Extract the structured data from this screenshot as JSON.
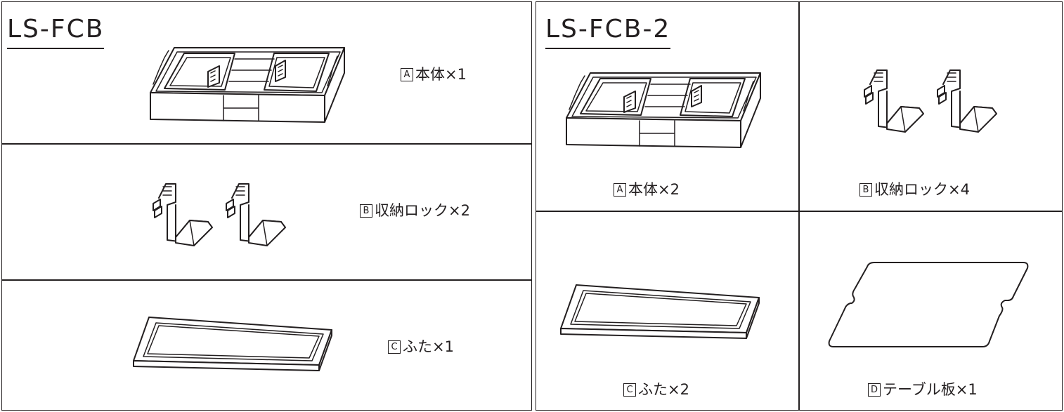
{
  "left_panel": {
    "title": "LS-FCB",
    "items": [
      {
        "badge": "A",
        "text": "本体×1",
        "icon": "main-unit"
      },
      {
        "badge": "B",
        "text": "収納ロック×2",
        "icon": "storage-lock"
      },
      {
        "badge": "C",
        "text": "ふた×1",
        "icon": "lid"
      }
    ]
  },
  "right_panel": {
    "title": "LS-FCB-2",
    "items": [
      {
        "badge": "A",
        "text": "本体×2",
        "icon": "main-unit"
      },
      {
        "badge": "B",
        "text": "収納ロック×4",
        "icon": "storage-lock"
      },
      {
        "badge": "C",
        "text": "ふた×2",
        "icon": "lid"
      },
      {
        "badge": "D",
        "text": "テーブル板×1",
        "icon": "table-board"
      }
    ]
  },
  "colors": {
    "ink": "#231f20",
    "background": "#ffffff"
  }
}
